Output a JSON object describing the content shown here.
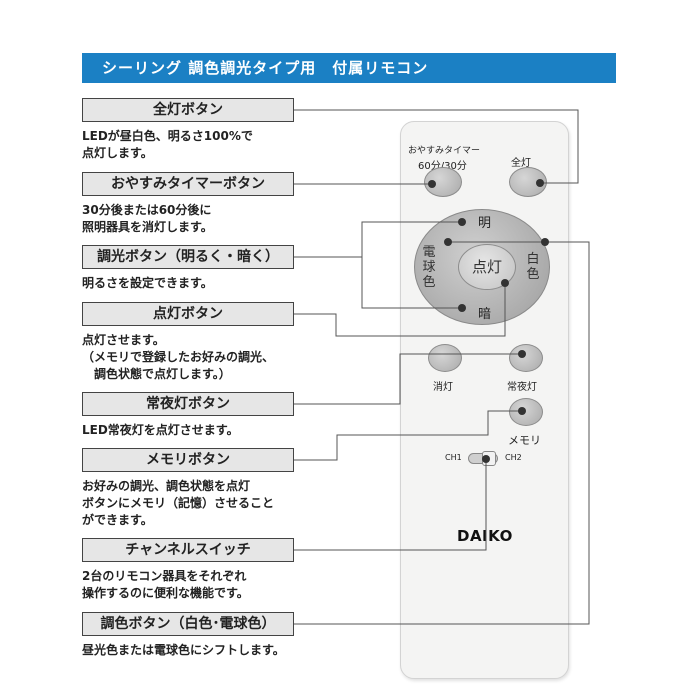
{
  "title": "シーリング 調色調光タイプ用　付属リモコン",
  "callouts": [
    {
      "label": "全灯ボタン",
      "desc": "LEDが昼白色、明るさ100%で\n点灯します。"
    },
    {
      "label": "おやすみタイマーボタン",
      "desc": "30分後または60分後に\n照明器具を消灯します。"
    },
    {
      "label": "調光ボタン（明るく・暗く）",
      "desc": "明るさを設定できます。"
    },
    {
      "label": "点灯ボタン",
      "desc": "点灯させます。\n（メモリで登録したお好みの調光、\n　調色状態で点灯します。）"
    },
    {
      "label": "常夜灯ボタン",
      "desc": "LED常夜灯を点灯させます。"
    },
    {
      "label": "メモリボタン",
      "desc": "お好みの調光、調色状態を点灯\nボタンにメモリ（記憶）させること\nができます。"
    },
    {
      "label": "チャンネルスイッチ",
      "desc": "2台のリモコン器具をそれぞれ\n操作するのに便利な機能です。"
    },
    {
      "label": "調色ボタン（白色･電球色）",
      "desc": "昼光色または電球色にシフトします。"
    }
  ],
  "remote": {
    "timer_label": "おやすみタイマー",
    "timer_sub": "60分/30分",
    "full_label": "全灯",
    "up_label": "明",
    "down_label": "暗",
    "left_label": "電球色",
    "right_label": "白色",
    "center_label": "点灯",
    "off_label": "消灯",
    "night_label": "常夜灯",
    "memory_label": "メモリ",
    "ch1": "CH1",
    "ch2": "CH2",
    "brand": "DAIKO"
  }
}
